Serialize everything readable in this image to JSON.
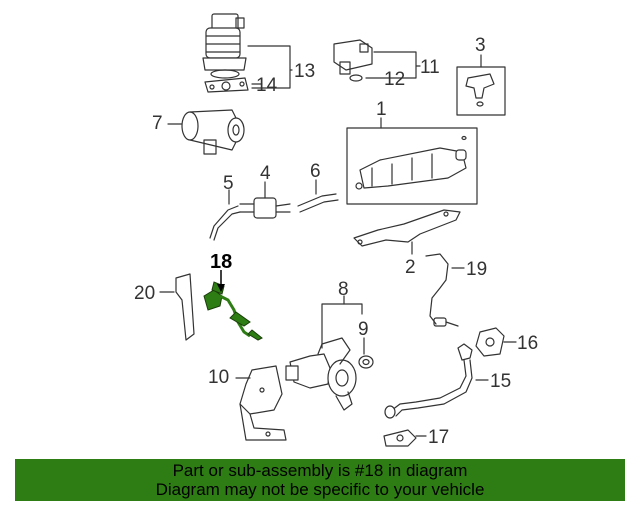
{
  "diagram": {
    "highlight_color": "#2e7d14",
    "parts": [
      {
        "key": "p1",
        "number": "1"
      },
      {
        "key": "p2",
        "number": "2"
      },
      {
        "key": "p3",
        "number": "3"
      },
      {
        "key": "p4",
        "number": "4"
      },
      {
        "key": "p5",
        "number": "5"
      },
      {
        "key": "p6",
        "number": "6"
      },
      {
        "key": "p7",
        "number": "7"
      },
      {
        "key": "p8",
        "number": "8"
      },
      {
        "key": "p9",
        "number": "9"
      },
      {
        "key": "p10",
        "number": "10"
      },
      {
        "key": "p11",
        "number": "11"
      },
      {
        "key": "p12",
        "number": "12"
      },
      {
        "key": "p13",
        "number": "13"
      },
      {
        "key": "p14",
        "number": "14"
      },
      {
        "key": "p15",
        "number": "15"
      },
      {
        "key": "p16",
        "number": "16"
      },
      {
        "key": "p17",
        "number": "17"
      },
      {
        "key": "p18",
        "number": "18"
      },
      {
        "key": "p19",
        "number": "19"
      },
      {
        "key": "p20",
        "number": "20"
      }
    ]
  },
  "banner": {
    "line1": "Part or sub-assembly is #18 in diagram",
    "line2": "Diagram may not be specific to your vehicle",
    "background": "#2e7d14"
  }
}
